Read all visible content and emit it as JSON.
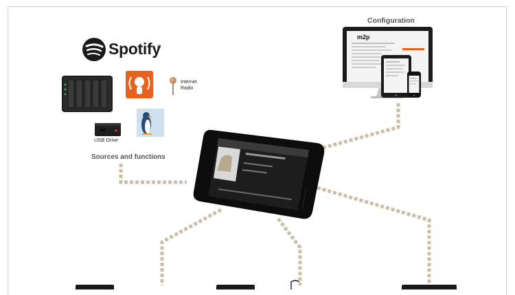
{
  "labels": {
    "configuration": "Configuration",
    "sources_and_functions": "Sources and functions",
    "spotify": "Spotify",
    "spotify_mark": "®",
    "usb_drive": "USB Drive",
    "internet_radio_line1": "Internet",
    "internet_radio_line2": "Radio",
    "monitor_brand": "m2p"
  },
  "icons": [
    "spotify-logo-icon",
    "nas-server-icon",
    "podcast-icon",
    "internet-radio-icon",
    "usb-drive-icon",
    "penguin-icon",
    "imac-icon",
    "ipad-icon",
    "iphone-icon",
    "touchscreen-player-icon"
  ],
  "colors": {
    "connector": "#cdbfa6",
    "podcast_orange": "#e8621f",
    "penguin_bg": "#cfe1ee",
    "device_black": "#0c0c0c",
    "spotify_black": "#1a1a1a"
  }
}
